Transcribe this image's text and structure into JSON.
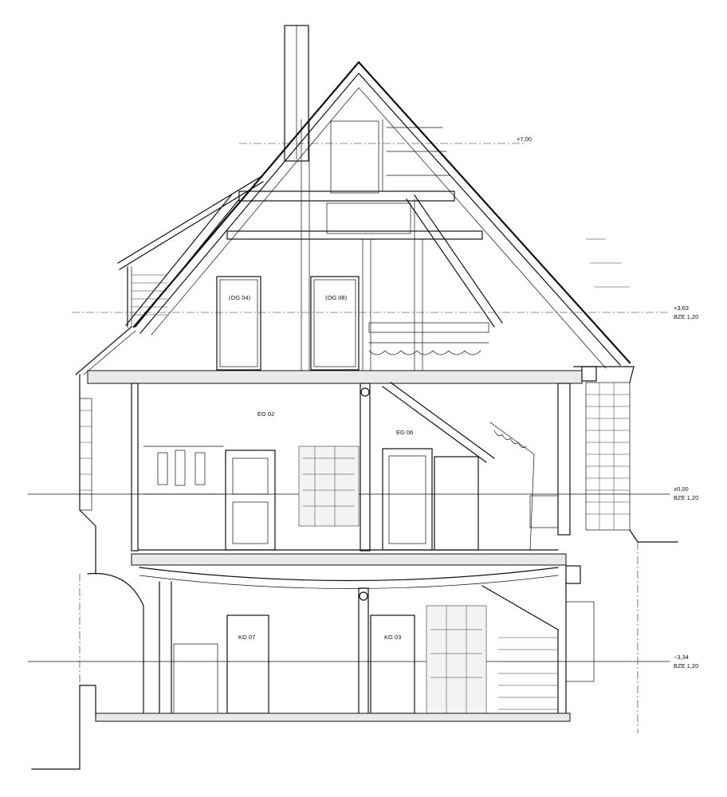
{
  "rooms": {
    "og04": "(OG 04)",
    "og08": "(OG 08)",
    "eg02": "EG 02",
    "eg06": "EG 06",
    "kg07": "KG 07",
    "kg03": "KG 03"
  },
  "levels": {
    "ridge": {
      "value": "+7,00"
    },
    "upper": {
      "value": "+3,63",
      "ref": "BZE 1,20"
    },
    "ground": {
      "value": "±0,00",
      "ref": "BZE 1,20"
    },
    "cellar": {
      "value": "−3,34",
      "ref": "BZE 1,20"
    }
  }
}
